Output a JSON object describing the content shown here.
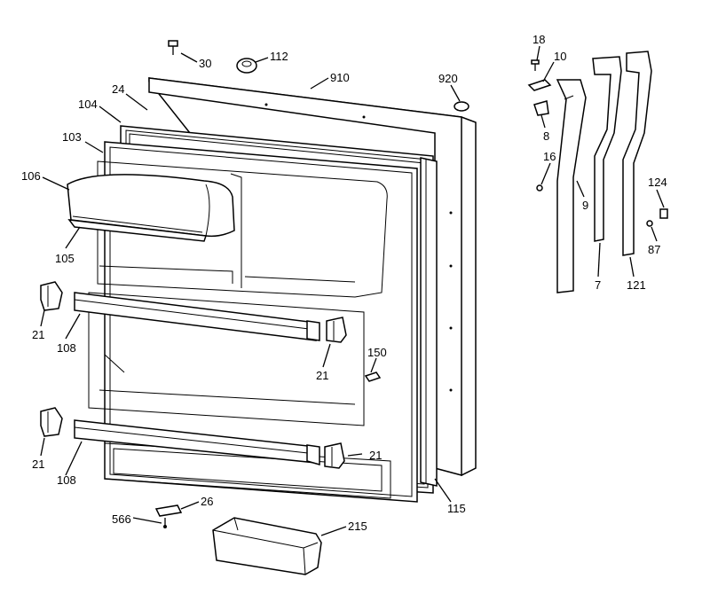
{
  "callouts": {
    "c30": "30",
    "c112": "112",
    "c910": "910",
    "c920": "920",
    "c24": "24",
    "c104": "104",
    "c103": "103",
    "c106": "106",
    "c105": "105",
    "c21a": "21",
    "c108a": "108",
    "c21b": "21",
    "c150": "150",
    "c21c": "21",
    "c108b": "108",
    "c21d": "21",
    "c566": "566",
    "c26": "26",
    "c215": "215",
    "c115": "115",
    "c18": "18",
    "c10": "10",
    "c8": "8",
    "c16": "16",
    "c9": "9",
    "c7": "7",
    "c121": "121",
    "c124": "124",
    "c87": "87"
  }
}
